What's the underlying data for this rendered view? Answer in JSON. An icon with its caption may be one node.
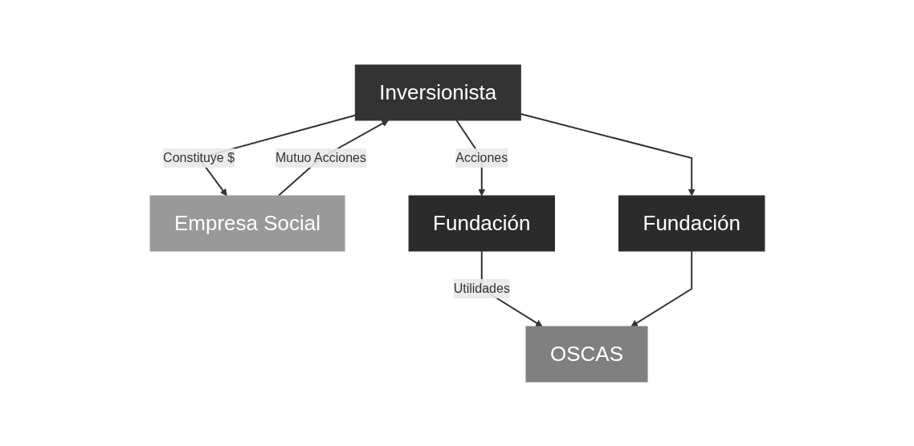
{
  "diagram": {
    "nodes": [
      {
        "text": [
          "Inversionista"
        ]
      },
      {
        "text": [
          "Empresa Social"
        ]
      },
      {
        "text": [
          "Fundación"
        ]
      },
      {
        "text": [
          "Fundación"
        ]
      },
      {
        "text": [
          "OSCAS"
        ]
      }
    ],
    "edges": [
      {
        "from": 0,
        "to": 1,
        "arrow": "to",
        "label": "Constituye $"
      },
      {
        "from": 1,
        "to": 0,
        "arrow": "to",
        "label": "Mutuo Acciones"
      },
      {
        "from": 0,
        "to": 2,
        "arrow": "to",
        "label": "Acciones"
      },
      {
        "from": 0,
        "to": 3,
        "arrow": "to"
      },
      {
        "from": 2,
        "to": 4,
        "arrow": "to",
        "label": "Utilidades"
      },
      {
        "from": 3,
        "to": 4,
        "arrow": "to"
      }
    ]
  }
}
